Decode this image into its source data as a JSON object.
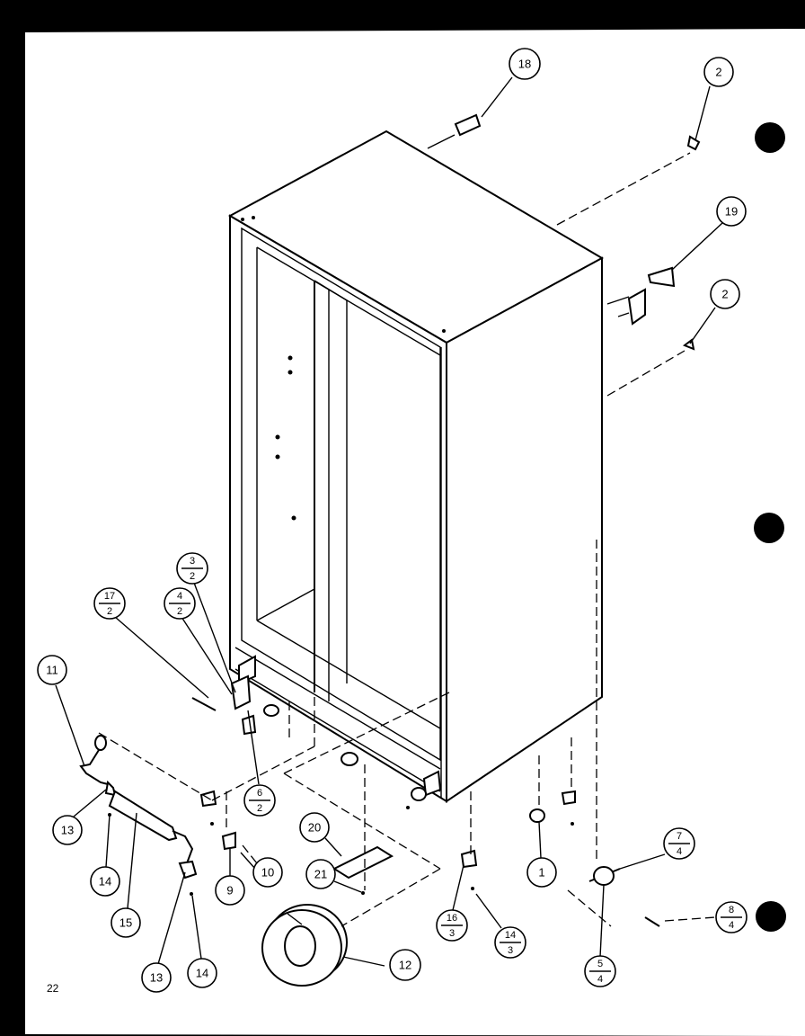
{
  "page_number": "22",
  "callouts": [
    {
      "id": "c18",
      "label": "18"
    },
    {
      "id": "c2a",
      "label": "2"
    },
    {
      "id": "c19",
      "label": "19"
    },
    {
      "id": "c2b",
      "label": "2"
    },
    {
      "id": "c3",
      "top": "3",
      "bottom": "2"
    },
    {
      "id": "c4",
      "top": "4",
      "bottom": "2"
    },
    {
      "id": "c17",
      "top": "17",
      "bottom": "2"
    },
    {
      "id": "c11",
      "label": "11"
    },
    {
      "id": "c6",
      "top": "6",
      "bottom": "2"
    },
    {
      "id": "c13a",
      "label": "13"
    },
    {
      "id": "c14a",
      "label": "14"
    },
    {
      "id": "c15",
      "label": "15"
    },
    {
      "id": "c13b",
      "label": "13"
    },
    {
      "id": "c14b",
      "label": "14"
    },
    {
      "id": "c9",
      "label": "9"
    },
    {
      "id": "c10",
      "label": "10"
    },
    {
      "id": "c20",
      "label": "20"
    },
    {
      "id": "c21",
      "label": "21"
    },
    {
      "id": "c12",
      "label": "12"
    },
    {
      "id": "c16",
      "top": "16",
      "bottom": "3"
    },
    {
      "id": "c14c",
      "top": "14",
      "bottom": "3"
    },
    {
      "id": "c1",
      "label": "1"
    },
    {
      "id": "c7",
      "top": "7",
      "bottom": "4"
    },
    {
      "id": "c8",
      "top": "8",
      "bottom": "4"
    },
    {
      "id": "c5",
      "top": "5",
      "bottom": "4"
    }
  ]
}
